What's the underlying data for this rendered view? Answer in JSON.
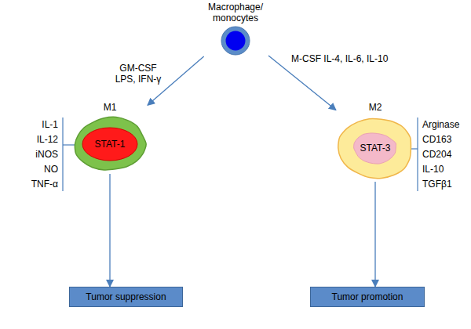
{
  "diagram": {
    "nodes": [
      {
        "text": [
          "Macrophage/ monocytes"
        ]
      },
      {
        "text": [
          "M1"
        ]
      },
      {
        "text": [
          "STAT-1"
        ],
        "in": 1
      },
      {
        "text": [
          "M2"
        ]
      },
      {
        "text": [
          "STAT-3"
        ],
        "in": 3
      },
      {
        "text": [
          "Tumor suppression"
        ]
      },
      {
        "text": [
          "Tumor promotion"
        ]
      }
    ],
    "edges": [
      {
        "from": 0,
        "to": 1,
        "label": "GM-CSF LPS, IFN-γ",
        "arrow": "to"
      },
      {
        "from": 0,
        "to": 3,
        "label": "M-CSF IL-4, IL-6, IL-10",
        "arrow": "to"
      },
      {
        "from": 1,
        "to": 5,
        "arrow": "to"
      },
      {
        "from": 3,
        "to": 6,
        "arrow": "to"
      }
    ],
    "labels": [
      "IL-1",
      "IL-12",
      "iNOS",
      "NO",
      "TNF-α",
      "Arginase",
      "CD163",
      "CD204",
      "IL-10",
      "TGFβ1"
    ]
  }
}
